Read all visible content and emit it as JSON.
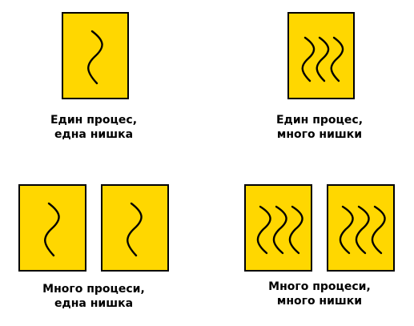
{
  "colors": {
    "process_fill": "#ffd700",
    "outline": "#000000"
  },
  "panels": [
    {
      "caption": [
        "Един процес,",
        "една нишка"
      ],
      "processes": 1,
      "threads_per_process": 1
    },
    {
      "caption": [
        "Един процес,",
        "много нишки"
      ],
      "processes": 1,
      "threads_per_process": 3
    },
    {
      "caption": [
        "Много процеси,",
        "една нишка"
      ],
      "processes": 2,
      "threads_per_process": 1
    },
    {
      "caption": [
        "Много процеси,",
        "много нишки"
      ],
      "processes": 2,
      "threads_per_process": 3
    }
  ]
}
